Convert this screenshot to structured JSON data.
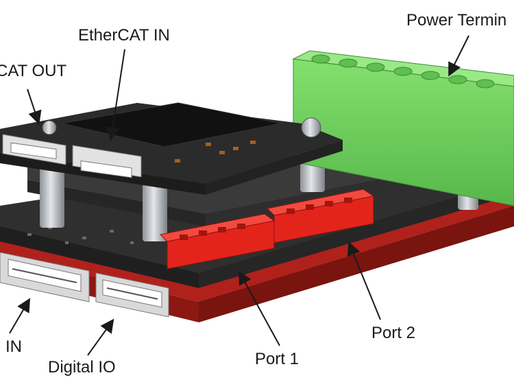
{
  "diagram": {
    "labels": {
      "ethercat_in": "EtherCAT IN",
      "ethercat_out": "rCAT OUT",
      "power_terminal": "Power Termin",
      "port1": "Port 1",
      "port2": "Port 2",
      "analog_in": "g IN",
      "digital_io": "Digital IO"
    },
    "colors": {
      "pcb_dark": "#2b2b2b",
      "pcb_mid": "#3c3c3c",
      "base_red": "#b0211c",
      "connector_red": "#e3241b",
      "terminal_green": "#6fd35f",
      "connector_grey": "#d9d9d9",
      "standoff_metal": "#b8bcc2",
      "gold": "#d9a21b"
    }
  }
}
